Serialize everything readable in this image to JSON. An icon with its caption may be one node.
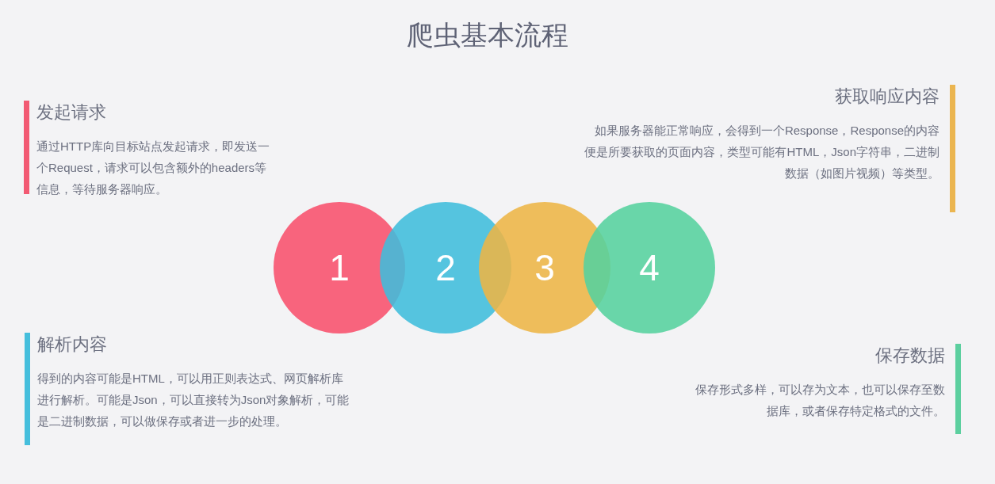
{
  "diagram": {
    "title": "爬虫基本流程",
    "nodes": [
      {
        "text": [
          "发起请求",
          "通过HTTP库向目标站点发起请求，即发送一个Request，请求可以包含额外的headers等信息，等待服务器响应。"
        ]
      },
      {
        "text": [
          "获取响应内容",
          "如果服务器能正常响应，会得到一个Response，Response的内容便是所要获取的页面内容，类型可能有HTML，Json字符串，二进制数据（如图片视频）等类型。"
        ]
      },
      {
        "text": [
          "1"
        ]
      },
      {
        "text": [
          "2"
        ]
      },
      {
        "text": [
          "3"
        ]
      },
      {
        "text": [
          "4"
        ]
      },
      {
        "text": [
          "解析内容",
          "得到的内容可能是HTML，可以用正则表达式、网页解析库进行解析。可能是Json，可以直接转为Json对象解析，可能是二进制数据，可以做保存或者进一步的处理。"
        ]
      },
      {
        "text": [
          "保存数据",
          "保存形式多样，可以存为文本，也可以保存至数据库，或者保存特定格式的文件。"
        ]
      }
    ],
    "edges": []
  }
}
